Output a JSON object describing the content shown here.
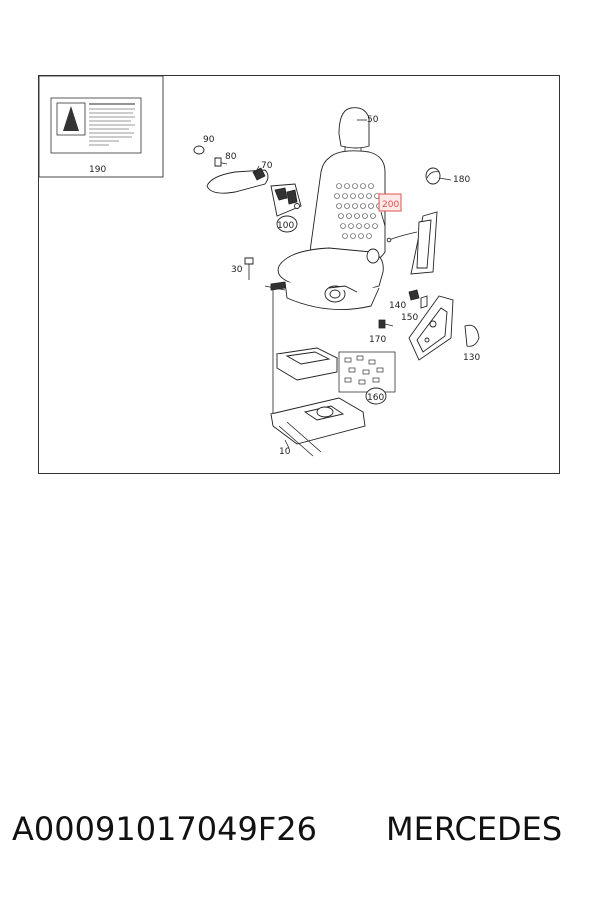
{
  "diagram": {
    "labels": {
      "p10": "10",
      "p30": "30",
      "p50": "50",
      "p70": "70",
      "p80": "80",
      "p90": "90",
      "p100": "100",
      "p130": "130",
      "p140": "140",
      "p150": "150",
      "p160": "160",
      "p170": "170",
      "p180": "180",
      "p190": "190",
      "p200": "200"
    },
    "highlight_color": "#e05050"
  },
  "caption": {
    "part_number": "A00091017049F26",
    "brand": "MERCEDES"
  }
}
